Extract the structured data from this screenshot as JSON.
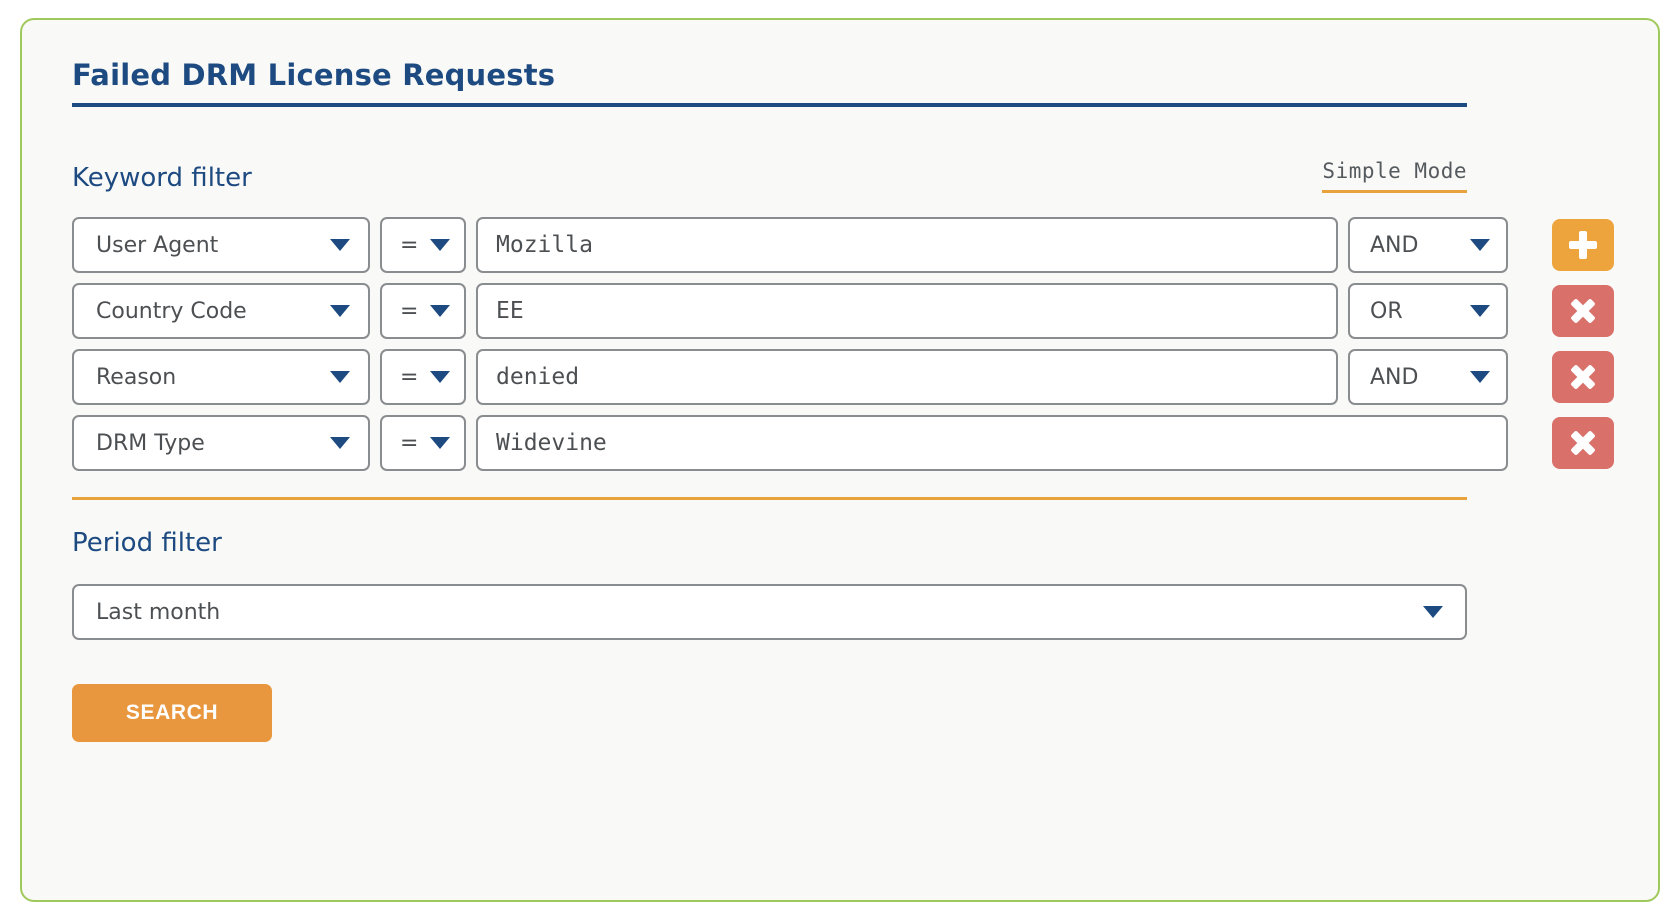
{
  "card": {
    "title": "Failed DRM License Requests"
  },
  "keyword_section": {
    "label": "Keyword filter",
    "mode_toggle": "Simple Mode",
    "rows": [
      {
        "field": "User Agent",
        "operator": "=",
        "value": "Mozilla",
        "connector": "AND",
        "action": "add",
        "action_label": "+"
      },
      {
        "field": "Country Code",
        "operator": "=",
        "value": "EE",
        "connector": "OR",
        "action": "remove",
        "action_label": "✕"
      },
      {
        "field": "Reason",
        "operator": "=",
        "value": "denied",
        "connector": "AND",
        "action": "remove",
        "action_label": "✕"
      },
      {
        "field": "DRM Type",
        "operator": "=",
        "value": "Widevine",
        "connector": null,
        "action": "remove",
        "action_label": "✕"
      }
    ]
  },
  "period_section": {
    "label": "Period filter",
    "selected": "Last month"
  },
  "actions": {
    "search_label": "SEARCH"
  },
  "colors": {
    "card_border": "#9fc95a",
    "card_background": "#f9f9f7",
    "heading": "#1d4a80",
    "accent_orange": "#e8a33d",
    "search_button": "#e8973f",
    "add_button": "#eda43c",
    "remove_button": "#d9706a",
    "control_border": "#8a8d8f",
    "control_text": "#4d5053"
  }
}
